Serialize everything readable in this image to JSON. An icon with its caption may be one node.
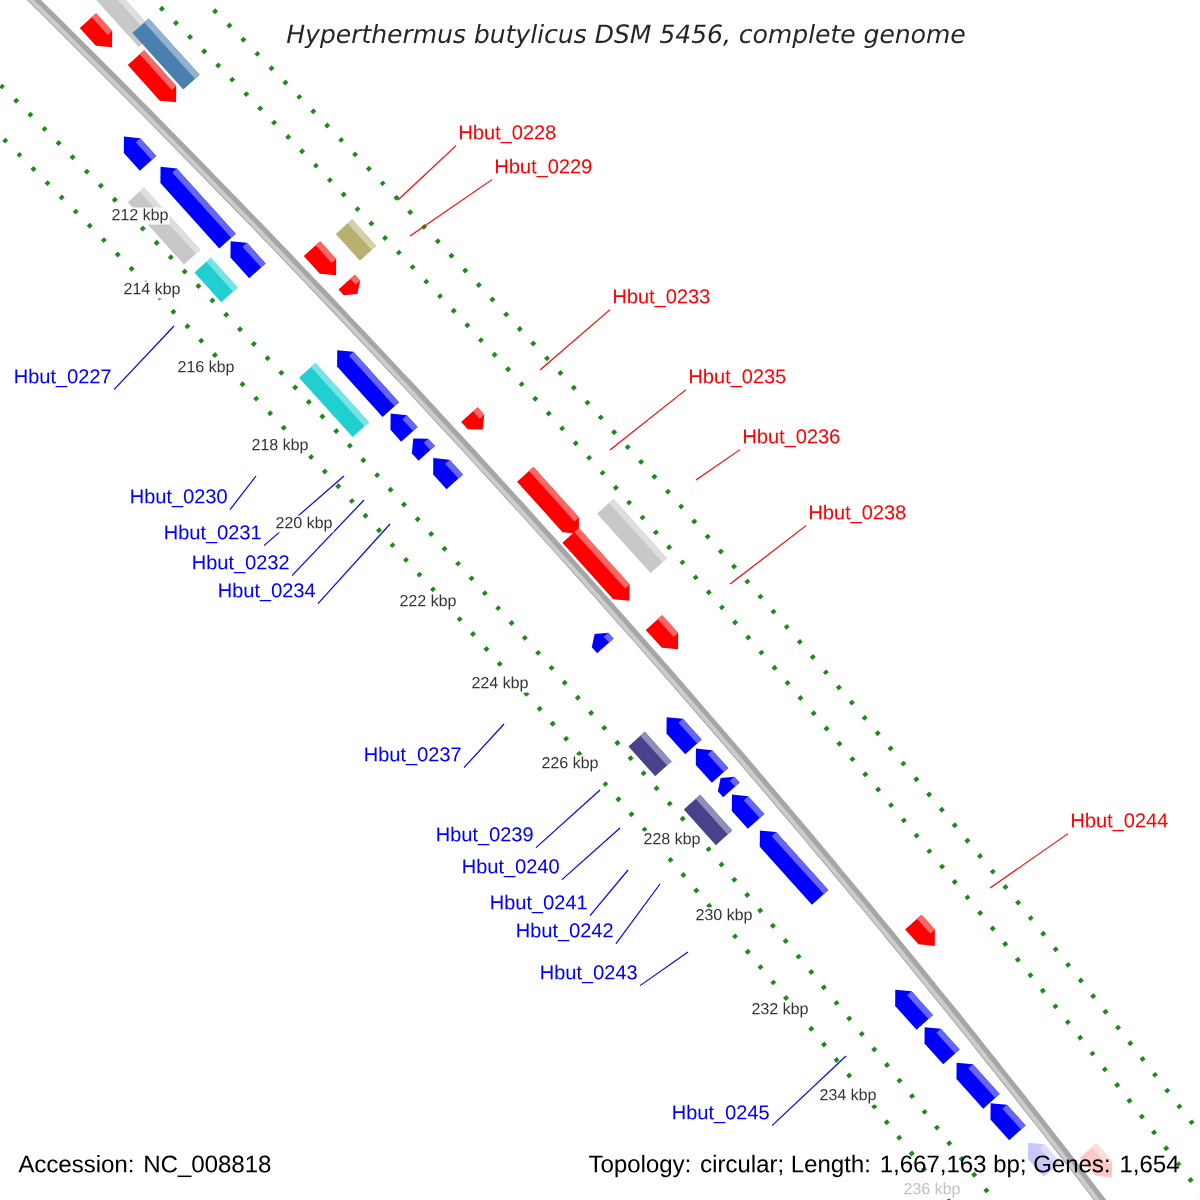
{
  "diagram": {
    "title": "Hyperthermus butylicus DSM 5456, complete genome",
    "nodes": [
      {
        "text": [
          "Hbut_0228"
        ]
      },
      {
        "text": [
          "Hbut_0229"
        ]
      },
      {
        "text": [
          "Hbut_0233"
        ]
      },
      {
        "text": [
          "Hbut_0227"
        ]
      },
      {
        "text": [
          "Hbut_0235"
        ]
      },
      {
        "text": [
          "Hbut_0236"
        ]
      },
      {
        "text": [
          "Hbut_0230"
        ]
      },
      {
        "text": [
          "Hbut_0238"
        ]
      },
      {
        "text": [
          "Hbut_0231"
        ]
      },
      {
        "text": [
          "Hbut_0232"
        ]
      },
      {
        "text": [
          "Hbut_0234"
        ]
      },
      {
        "text": [
          "Hbut_0237"
        ]
      },
      {
        "text": [
          "Hbut_0244"
        ]
      },
      {
        "text": [
          "Hbut_0239"
        ]
      },
      {
        "text": [
          "Hbut_0240"
        ]
      },
      {
        "text": [
          "Hbut_0241"
        ]
      },
      {
        "text": [
          "Hbut_0242"
        ]
      },
      {
        "text": [
          "Hbut_0243"
        ]
      },
      {
        "text": [
          "Hbut_0245"
        ]
      }
    ],
    "edges": [
      {
        "from": 0,
        "to": null,
        "arrow": "none",
        "color": "#ff0000"
      },
      {
        "from": 1,
        "to": null,
        "arrow": "none",
        "color": "#ff0000"
      },
      {
        "from": 2,
        "to": null,
        "arrow": "none",
        "color": "#ff0000"
      },
      {
        "from": 3,
        "to": null,
        "arrow": "none"
      },
      {
        "from": 4,
        "to": null,
        "arrow": "none",
        "color": "#ff0000"
      },
      {
        "from": 5,
        "to": null,
        "arrow": "none",
        "color": "#ff0000"
      },
      {
        "from": 6,
        "to": null,
        "arrow": "none"
      },
      {
        "from": 7,
        "to": null,
        "arrow": "none",
        "color": "#ff0000"
      },
      {
        "from": 8,
        "to": null,
        "arrow": "none"
      },
      {
        "from": 9,
        "to": null,
        "arrow": "none"
      },
      {
        "from": 10,
        "to": null,
        "arrow": "none"
      },
      {
        "from": 11,
        "to": null,
        "arrow": "none"
      },
      {
        "from": 12,
        "to": null,
        "arrow": "none",
        "color": "#ff0000"
      },
      {
        "from": 13,
        "to": null,
        "arrow": "none"
      },
      {
        "from": 14,
        "to": null,
        "arrow": "none"
      },
      {
        "from": 15,
        "to": null,
        "arrow": "none"
      },
      {
        "from": 16,
        "to": null,
        "arrow": "none"
      },
      {
        "from": 17,
        "to": null,
        "arrow": "none"
      },
      {
        "from": 18,
        "to": null,
        "arrow": "none"
      }
    ],
    "labels": [
      "212 kbp",
      "214 kbp",
      "216 kbp",
      "218 kbp",
      "220 kbp",
      "222 kbp",
      "224 kbp",
      "226 kbp",
      "228 kbp",
      "230 kbp",
      "232 kbp",
      "234 kbp",
      "236 kbp",
      "Accession: NC_008818",
      "Topology: circular; Length: 1,667,163 bp; Genes: 1,654"
    ]
  }
}
